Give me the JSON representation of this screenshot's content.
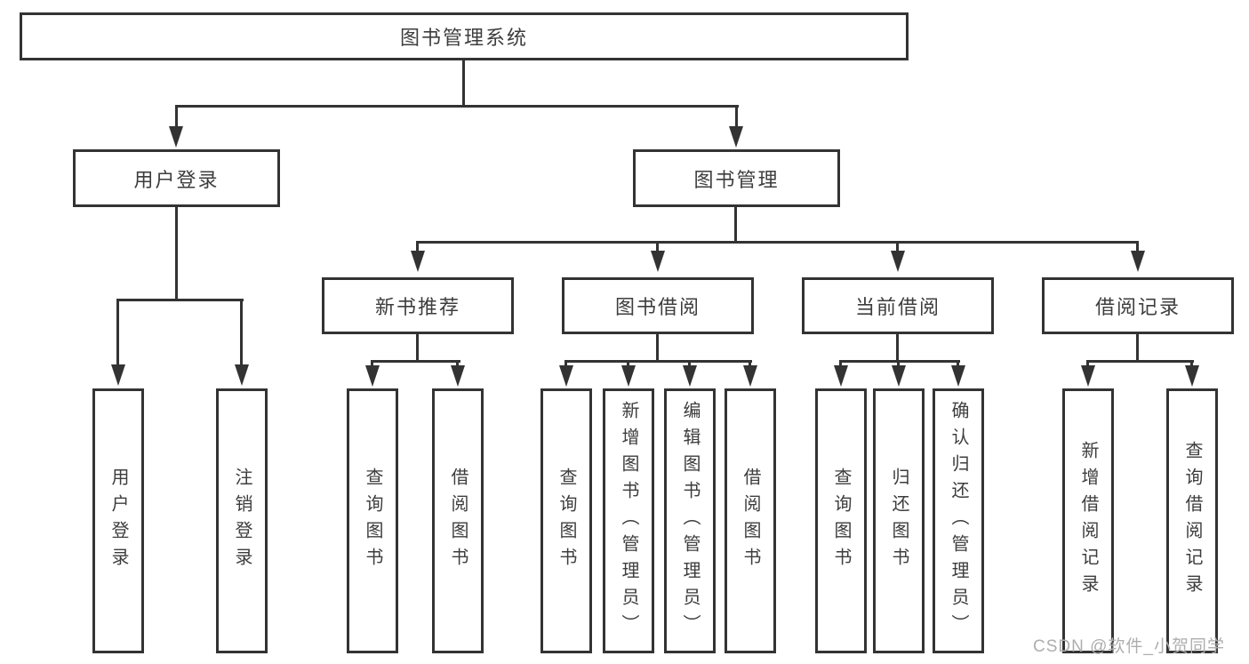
{
  "tree": {
    "label": "图书管理系统",
    "children": [
      {
        "label": "用户登录",
        "children": [
          {
            "label": "用户登录"
          },
          {
            "label": "注销登录"
          }
        ]
      },
      {
        "label": "图书管理",
        "children": [
          {
            "label": "新书推荐",
            "children": [
              {
                "label": "查询图书"
              },
              {
                "label": "借阅图书"
              }
            ]
          },
          {
            "label": "图书借阅",
            "children": [
              {
                "label": "查询图书"
              },
              {
                "label": "新增图书（管理员）"
              },
              {
                "label": "编辑图书（管理员）"
              },
              {
                "label": "借阅图书"
              }
            ]
          },
          {
            "label": "当前借阅",
            "children": [
              {
                "label": "查询图书"
              },
              {
                "label": "归还图书"
              },
              {
                "label": "确认归还（管理员）"
              }
            ]
          },
          {
            "label": "借阅记录",
            "children": [
              {
                "label": "新增借阅记录"
              },
              {
                "label": "查询借阅记录"
              }
            ]
          }
        ]
      }
    ]
  },
  "watermark": {
    "text": "CSDN @软件_小贺同学"
  },
  "colors": {
    "line": "#333333",
    "text": "#3d3d3d",
    "watermark": "#aeaeae",
    "background": "#ffffff"
  }
}
